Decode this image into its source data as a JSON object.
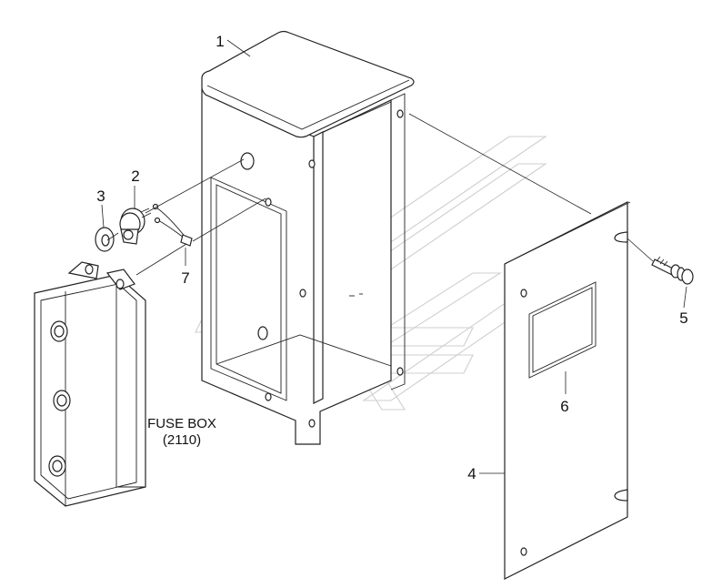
{
  "callouts": {
    "c1": "1",
    "c2": "2",
    "c3": "3",
    "c4": "4",
    "c5": "5",
    "c6": "6",
    "c7": "7"
  },
  "fuse_box": {
    "label": "FUSE BOX",
    "code": "(2110)"
  },
  "colors": {
    "line": "#222222",
    "watermark": "#cfcfcf",
    "background": "#ffffff"
  }
}
